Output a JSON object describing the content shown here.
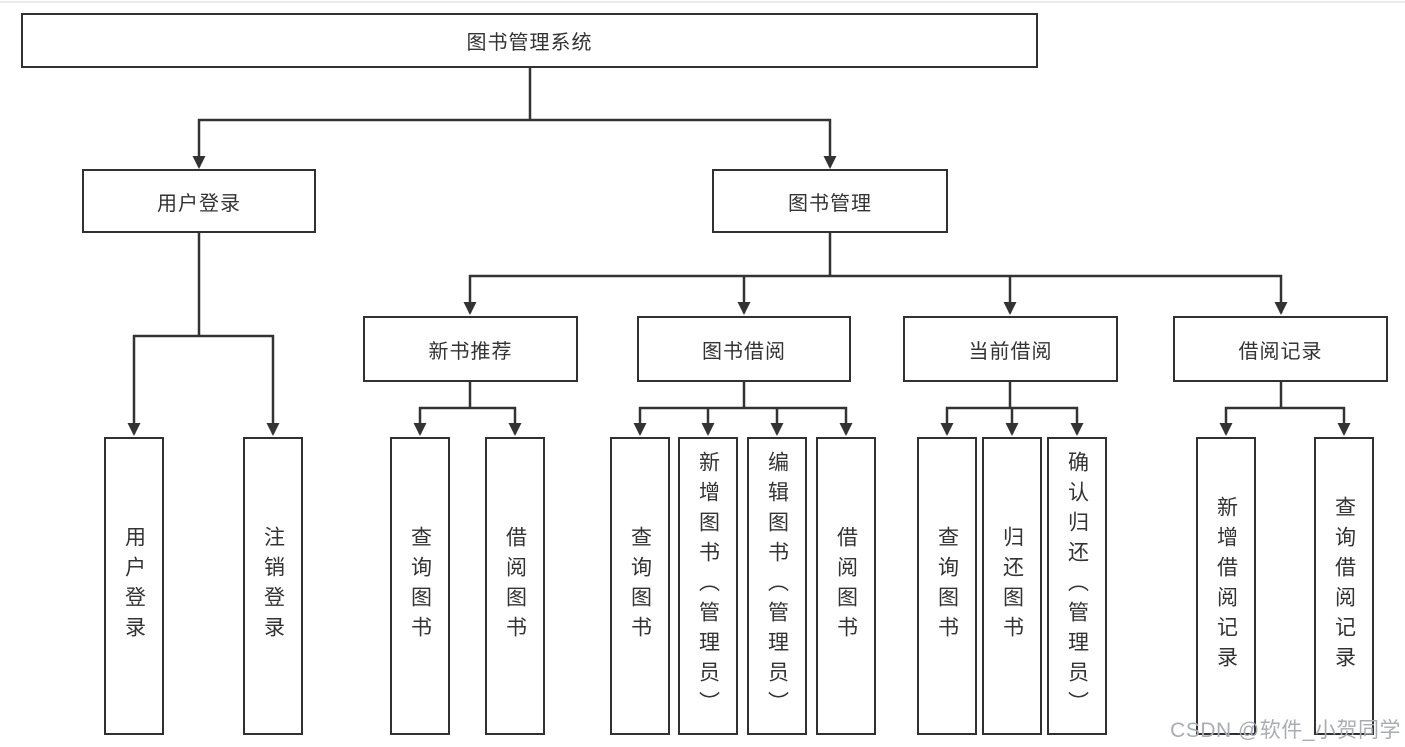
{
  "diagram": {
    "root": {
      "label": "图书管理系统",
      "children": [
        {
          "label": "用户登录",
          "children": [
            {
              "label": "用户登录"
            },
            {
              "label": "注销登录"
            }
          ]
        },
        {
          "label": "图书管理",
          "children": [
            {
              "label": "新书推荐",
              "children": [
                {
                  "label": "查询图书"
                },
                {
                  "label": "借阅图书"
                }
              ]
            },
            {
              "label": "图书借阅",
              "children": [
                {
                  "label": "查询图书"
                },
                {
                  "label": "新增图书（管理员）"
                },
                {
                  "label": "编辑图书（管理员）"
                },
                {
                  "label": "借阅图书"
                }
              ]
            },
            {
              "label": "当前借阅",
              "children": [
                {
                  "label": "查询图书"
                },
                {
                  "label": "归还图书"
                },
                {
                  "label": "确认归还（管理员）"
                }
              ]
            },
            {
              "label": "借阅记录",
              "children": [
                {
                  "label": "新增借阅记录"
                },
                {
                  "label": "查询借阅记录"
                }
              ]
            }
          ]
        }
      ]
    }
  },
  "watermark": {
    "text": "CSDN @软件_小贺同学"
  },
  "colors": {
    "line": "#333333",
    "box_border": "#313131",
    "box_background": "#ffffff",
    "text": "#333333",
    "watermark": "#a9adb3",
    "background": "#ffffff"
  }
}
